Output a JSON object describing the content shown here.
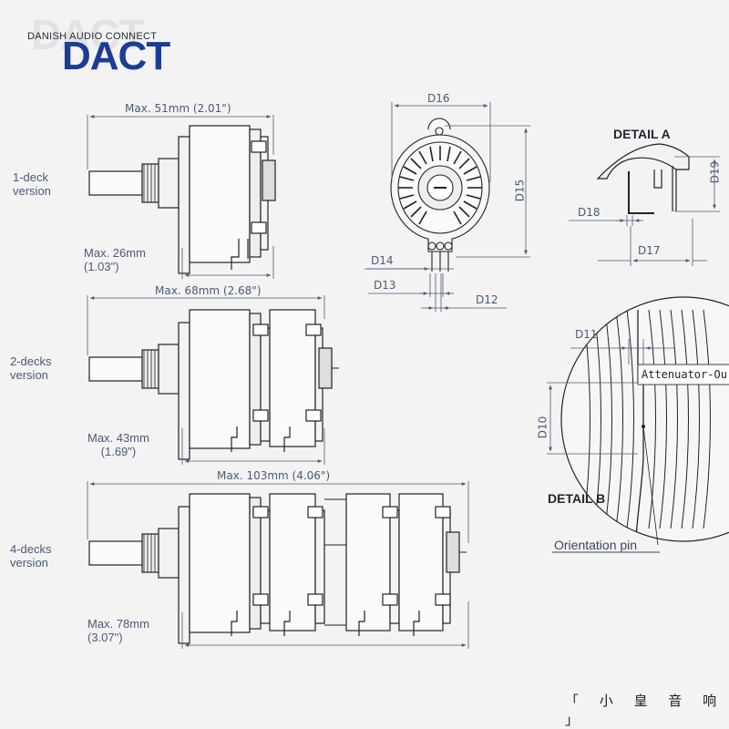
{
  "logo": {
    "ghost": "DACT",
    "company": "DANISH AUDIO CONNECT",
    "brand": "DACT"
  },
  "versions": [
    {
      "label": "1-deck\nversion",
      "length": "Max. 51mm (2.01\")",
      "depth": "Max. 26mm\n(1.03\")"
    },
    {
      "label": "2-decks\nversion",
      "length": "Max. 68mm (2.68\")",
      "depth": "Max. 43mm\n(1.69\")"
    },
    {
      "label": "4-decks\nversion",
      "length": "Max. 103mm (4.06\")",
      "depth": "Max. 78mm\n(3.07\")"
    }
  ],
  "front_view": {
    "d16": "D16",
    "d15": "D15",
    "d14": "D14",
    "d13": "D13",
    "d12": "D12"
  },
  "detail_a": {
    "title": "DETAIL A",
    "d18": "D18",
    "d17": "D17",
    "d19": "D19"
  },
  "detail_b": {
    "title": "DETAIL B",
    "d11": "D11",
    "d10": "D10",
    "part_text": "Attenuator-Ou",
    "orientation_pin": "Orientation pin"
  },
  "watermark": "「 小 皇 音 响 」",
  "colors": {
    "background": "#f3f3f3",
    "line": "#222222",
    "dimension": "#4a5a78",
    "brand_blue": "#1c3c96"
  }
}
